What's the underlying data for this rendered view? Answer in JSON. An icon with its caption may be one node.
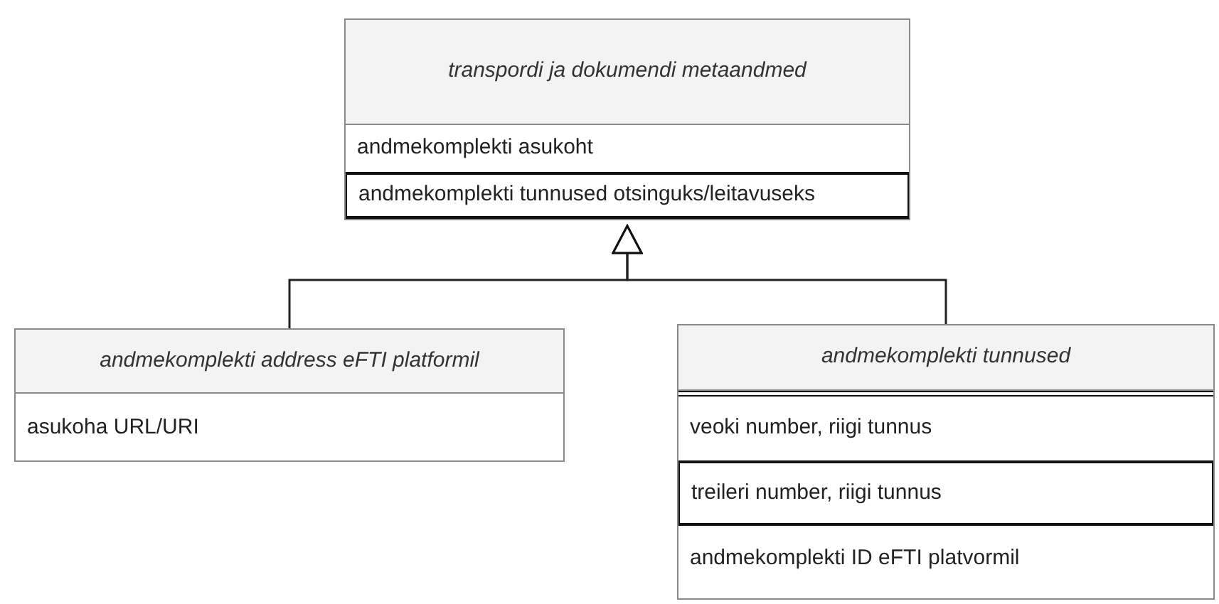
{
  "diagram": {
    "nodes": [
      {
        "text": [
          "transpordi ja dokumendi metaandmed",
          "andmekomplekti asukoht",
          "andmekomplekti tunnused otsinguks/leitavuseks"
        ]
      },
      {
        "text": [
          "andmekomplekti address eFTI platformil",
          "asukoha URL/URI"
        ]
      },
      {
        "text": [
          "andmekomplekti tunnused",
          "veoki number, riigi tunnus",
          "treileri number, riigi tunnus",
          "andmekomplekti ID eFTI platvormil"
        ]
      }
    ],
    "edges": [
      {
        "from": 1,
        "to": 0,
        "arrow": "to"
      },
      {
        "from": 2,
        "to": 0,
        "arrow": "to"
      }
    ]
  }
}
